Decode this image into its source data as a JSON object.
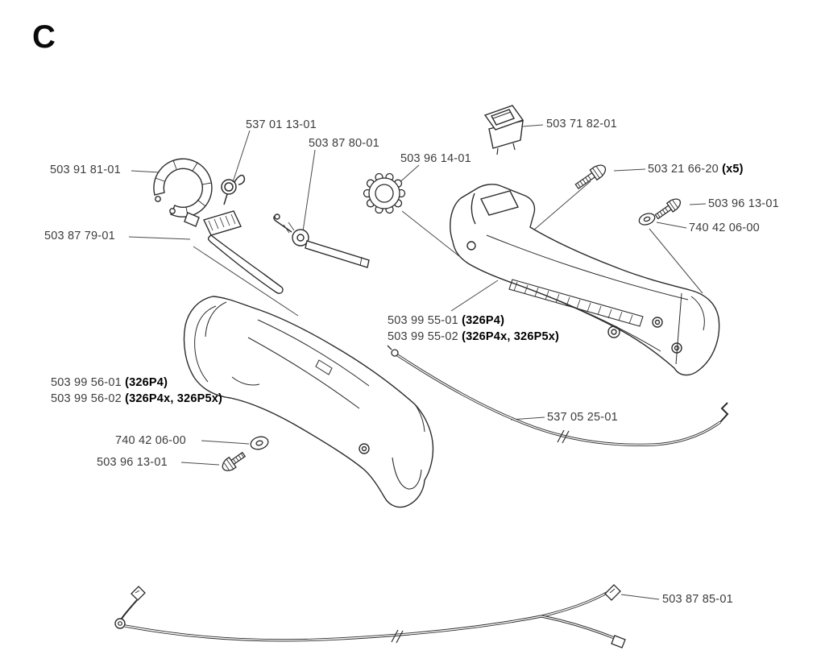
{
  "diagram": {
    "section": "C"
  },
  "colors": {
    "ink": "#2b2b2b",
    "label_text": "#3c3c3c"
  },
  "labels": {
    "spring": {
      "text": "537 01 13-01"
    },
    "lever": {
      "text": "503 87 80-01"
    },
    "ring": {
      "text": "503 96 14-01"
    },
    "switch": {
      "text": "503 71 82-01"
    },
    "screw_x5": {
      "text": "503 21 66-20",
      "bold": "(x5)"
    },
    "screw_right": {
      "text": "503 96 13-01"
    },
    "washer_right": {
      "text": "740 42 06-00"
    },
    "clamp": {
      "text": "503 91 81-01"
    },
    "trigger": {
      "text": "503 87 79-01"
    },
    "handle_right_1": {
      "text": "503 99 55-01",
      "bold": "(326P4)"
    },
    "handle_right_2": {
      "text": "503 99 55-02",
      "bold": "(326P4x, 326P5x)"
    },
    "handle_left_1": {
      "text": "503 99 56-01",
      "bold": "(326P4)"
    },
    "handle_left_2": {
      "text": "503 99 56-02",
      "bold": "(326P4x, 326P5x)"
    },
    "washer_bottom": {
      "text": "740 42 06-00"
    },
    "screw_bottom": {
      "text": "503 96 13-01"
    },
    "cable": {
      "text": "537 05 25-01"
    },
    "harness": {
      "text": "503 87 85-01"
    }
  }
}
